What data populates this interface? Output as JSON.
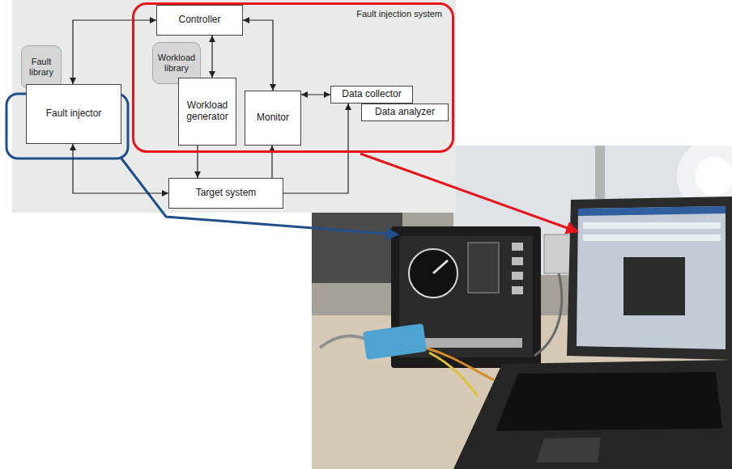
{
  "diagram": {
    "nodes": [
      {
        "text": [
          "Fault injection system"
        ]
      },
      {
        "text": [
          "Controller"
        ],
        "in": 0
      },
      {
        "text": [
          "Fault library"
        ]
      },
      {
        "text": [
          "Workload library"
        ],
        "in": 0
      },
      {
        "text": [
          "Fault injector"
        ]
      },
      {
        "text": [
          "Workload generator"
        ],
        "in": 0
      },
      {
        "text": [
          "Monitor"
        ],
        "in": 0
      },
      {
        "text": [
          "Data collector"
        ],
        "in": 0
      },
      {
        "text": [
          "Data analyzer"
        ],
        "in": 0
      },
      {
        "text": [
          "Target system"
        ]
      }
    ],
    "edges": [
      {
        "from": 1,
        "to": 4,
        "arrow": "both"
      },
      {
        "from": 1,
        "to": 6,
        "arrow": "both"
      },
      {
        "from": 1,
        "to": 5,
        "arrow": "both"
      },
      {
        "from": 6,
        "to": 7,
        "arrow": "both"
      },
      {
        "from": 5,
        "to": 9,
        "arrow": "to"
      },
      {
        "from": 9,
        "to": 6,
        "arrow": "to"
      },
      {
        "from": 4,
        "to": 9,
        "arrow": "both"
      },
      {
        "from": 9,
        "to": 7,
        "arrow": "to"
      }
    ]
  }
}
